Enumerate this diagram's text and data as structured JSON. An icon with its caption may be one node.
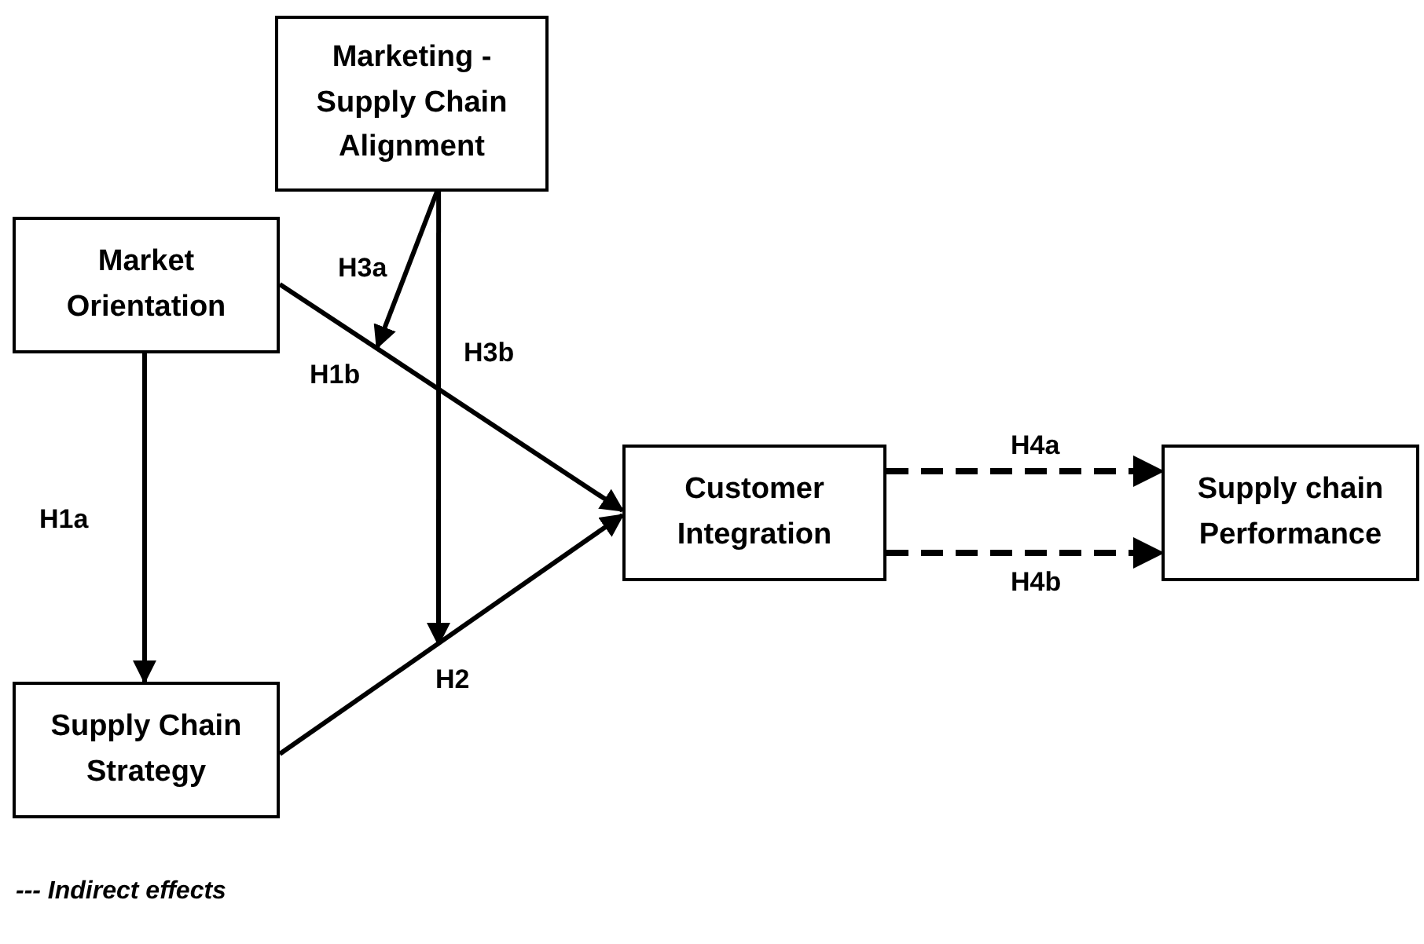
{
  "diagram": {
    "nodes": [
      {
        "text": [
          "Marketing - Supply Chain Alignment"
        ]
      },
      {
        "text": [
          "Market Orientation"
        ]
      },
      {
        "text": [
          "Supply Chain Strategy"
        ]
      },
      {
        "text": [
          "Customer Integration"
        ]
      },
      {
        "text": [
          "Supply chain Performance"
        ]
      }
    ],
    "edges": [
      {
        "from": 1,
        "to": 2,
        "arrow": "to",
        "label": "H1a"
      },
      {
        "from": 1,
        "to": 3,
        "arrow": "to",
        "label": "H1b"
      },
      {
        "from": 2,
        "to": 3,
        "arrow": "to",
        "label": "H2"
      },
      {
        "from": 0,
        "to": null,
        "arrow": "to",
        "label": "H3a"
      },
      {
        "from": 0,
        "to": null,
        "arrow": "to",
        "label": "H3b"
      },
      {
        "from": 3,
        "to": 4,
        "arrow": "to",
        "label": "H4a",
        "style": "dashed"
      },
      {
        "from": 3,
        "to": 4,
        "arrow": "to",
        "label": "H4b",
        "style": "dashed"
      }
    ],
    "labels": [
      "--- Indirect effects"
    ]
  }
}
